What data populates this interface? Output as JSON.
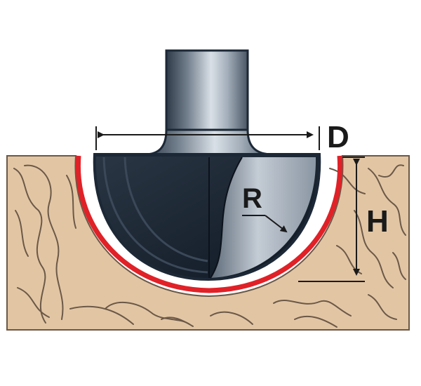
{
  "diagram": {
    "labels": {
      "diameter": "D",
      "radius": "R",
      "height": "H"
    },
    "colors": {
      "wood_fill": "#e2c6a4",
      "wood_grain": "#6b5847",
      "wood_border": "#6b5847",
      "cut_profile": "#e02127",
      "dimension_lines": "#1a1a1a",
      "bit_shank_dark": "#3b4654",
      "bit_shank_light": "#c9d1da",
      "bit_head_dark": "#1c2836"
    }
  }
}
